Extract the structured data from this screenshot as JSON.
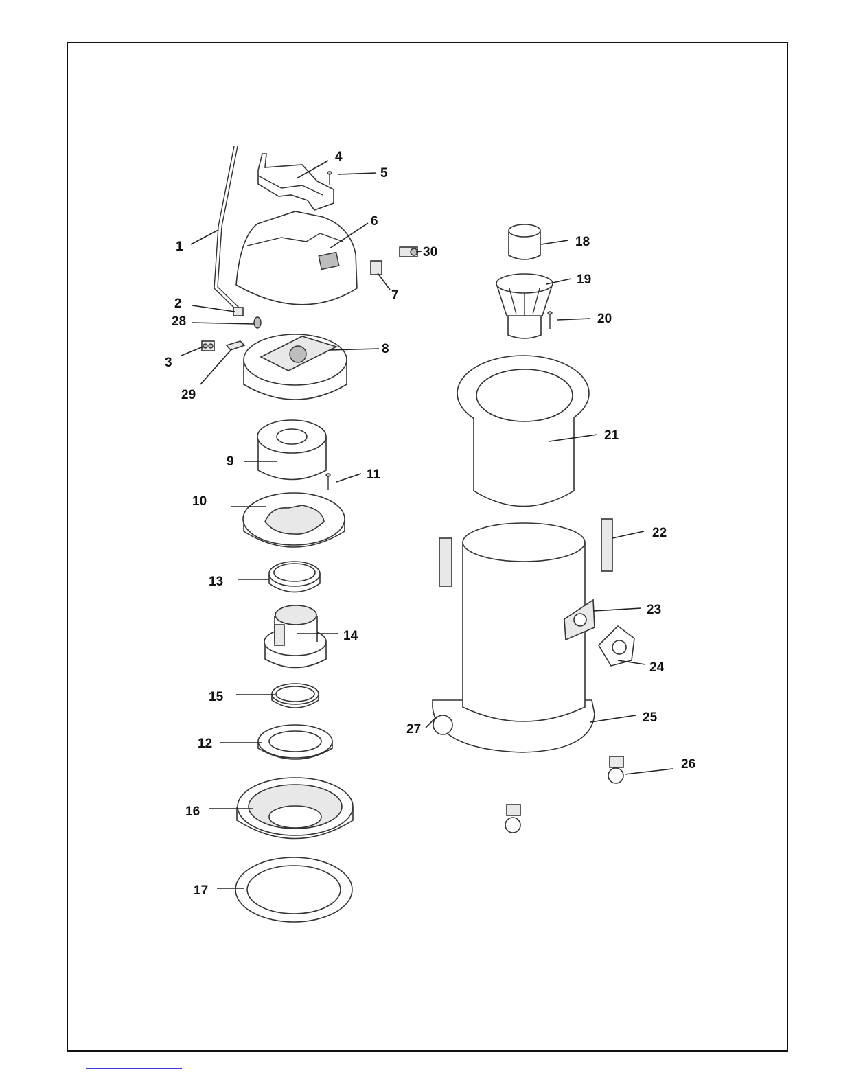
{
  "diagram": {
    "part_labels": [
      "1",
      "2",
      "3",
      "4",
      "5",
      "6",
      "7",
      "8",
      "9",
      "10",
      "11",
      "12",
      "13",
      "14",
      "15",
      "16",
      "17",
      "18",
      "19",
      "20",
      "21",
      "22",
      "23",
      "24",
      "25",
      "26",
      "27",
      "28",
      "29",
      "30"
    ]
  }
}
